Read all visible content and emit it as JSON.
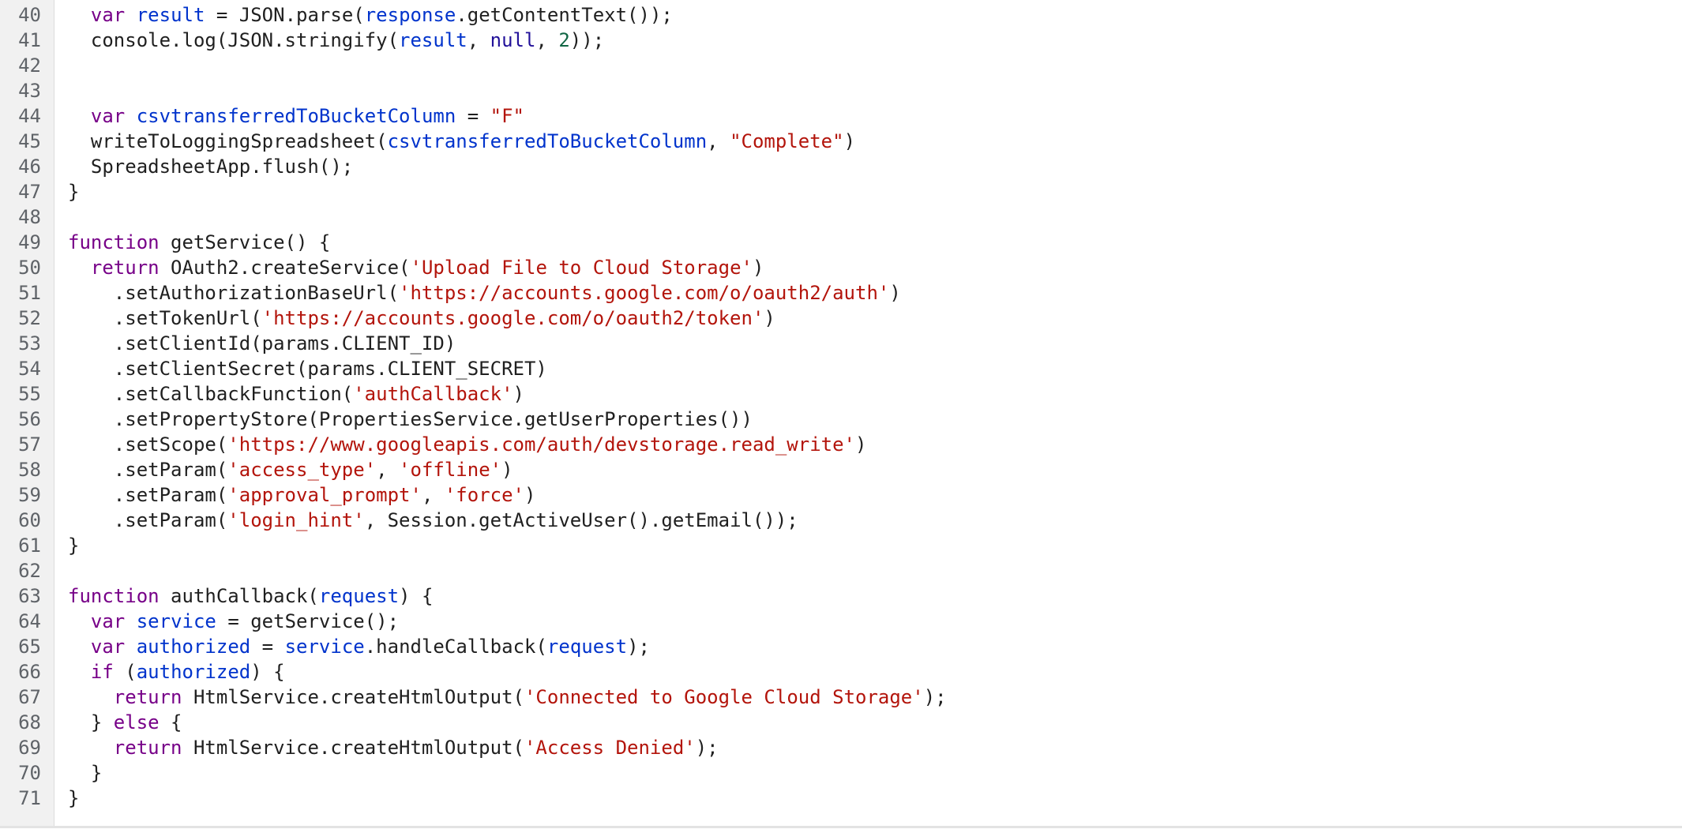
{
  "editor": {
    "colors": {
      "keyword": "#770088",
      "variable": "#0033cc",
      "string": "#b3140b",
      "atom": "#221199",
      "number": "#116644",
      "plain": "#1f1f1f",
      "line_number": "#5f6368",
      "gutter_bg": "#f1f1f1"
    },
    "lines": [
      {
        "num": "40",
        "tokens": [
          {
            "t": "  ",
            "c": "plain"
          },
          {
            "t": "var",
            "c": "keyword"
          },
          {
            "t": " ",
            "c": "plain"
          },
          {
            "t": "result",
            "c": "variable"
          },
          {
            "t": " = JSON.parse(",
            "c": "plain"
          },
          {
            "t": "response",
            "c": "variable"
          },
          {
            "t": ".getContentText());",
            "c": "plain"
          }
        ]
      },
      {
        "num": "41",
        "tokens": [
          {
            "t": "  console.log(JSON.stringify(",
            "c": "plain"
          },
          {
            "t": "result",
            "c": "variable"
          },
          {
            "t": ", ",
            "c": "plain"
          },
          {
            "t": "null",
            "c": "atom"
          },
          {
            "t": ", ",
            "c": "plain"
          },
          {
            "t": "2",
            "c": "number"
          },
          {
            "t": "));",
            "c": "plain"
          }
        ]
      },
      {
        "num": "42",
        "tokens": []
      },
      {
        "num": "43",
        "tokens": []
      },
      {
        "num": "44",
        "tokens": [
          {
            "t": "  ",
            "c": "plain"
          },
          {
            "t": "var",
            "c": "keyword"
          },
          {
            "t": " ",
            "c": "plain"
          },
          {
            "t": "csvtransferredToBucketColumn",
            "c": "variable"
          },
          {
            "t": " = ",
            "c": "plain"
          },
          {
            "t": "\"F\"",
            "c": "string"
          }
        ]
      },
      {
        "num": "45",
        "tokens": [
          {
            "t": "  writeToLoggingSpreadsheet(",
            "c": "plain"
          },
          {
            "t": "csvtransferredToBucketColumn",
            "c": "variable"
          },
          {
            "t": ", ",
            "c": "plain"
          },
          {
            "t": "\"Complete\"",
            "c": "string"
          },
          {
            "t": ")",
            "c": "plain"
          }
        ]
      },
      {
        "num": "46",
        "tokens": [
          {
            "t": "  SpreadsheetApp.flush();",
            "c": "plain"
          }
        ]
      },
      {
        "num": "47",
        "tokens": [
          {
            "t": "}",
            "c": "plain"
          }
        ]
      },
      {
        "num": "48",
        "tokens": []
      },
      {
        "num": "49",
        "tokens": [
          {
            "t": "function",
            "c": "keyword"
          },
          {
            "t": " getService() {",
            "c": "plain"
          }
        ]
      },
      {
        "num": "50",
        "tokens": [
          {
            "t": "  ",
            "c": "plain"
          },
          {
            "t": "return",
            "c": "keyword"
          },
          {
            "t": " OAuth2.createService(",
            "c": "plain"
          },
          {
            "t": "'Upload File to Cloud Storage'",
            "c": "string"
          },
          {
            "t": ")",
            "c": "plain"
          }
        ]
      },
      {
        "num": "51",
        "tokens": [
          {
            "t": "    .setAuthorizationBaseUrl(",
            "c": "plain"
          },
          {
            "t": "'https://accounts.google.com/o/oauth2/auth'",
            "c": "string"
          },
          {
            "t": ")",
            "c": "plain"
          }
        ]
      },
      {
        "num": "52",
        "tokens": [
          {
            "t": "    .setTokenUrl(",
            "c": "plain"
          },
          {
            "t": "'https://accounts.google.com/o/oauth2/token'",
            "c": "string"
          },
          {
            "t": ")",
            "c": "plain"
          }
        ]
      },
      {
        "num": "53",
        "tokens": [
          {
            "t": "    .setClientId(params.CLIENT_ID)",
            "c": "plain"
          }
        ]
      },
      {
        "num": "54",
        "tokens": [
          {
            "t": "    .setClientSecret(params.CLIENT_SECRET)",
            "c": "plain"
          }
        ]
      },
      {
        "num": "55",
        "tokens": [
          {
            "t": "    .setCallbackFunction(",
            "c": "plain"
          },
          {
            "t": "'authCallback'",
            "c": "string"
          },
          {
            "t": ")",
            "c": "plain"
          }
        ]
      },
      {
        "num": "56",
        "tokens": [
          {
            "t": "    .setPropertyStore(PropertiesService.getUserProperties())",
            "c": "plain"
          }
        ]
      },
      {
        "num": "57",
        "tokens": [
          {
            "t": "    .setScope(",
            "c": "plain"
          },
          {
            "t": "'https://www.googleapis.com/auth/devstorage.read_write'",
            "c": "string"
          },
          {
            "t": ")",
            "c": "plain"
          }
        ]
      },
      {
        "num": "58",
        "tokens": [
          {
            "t": "    .setParam(",
            "c": "plain"
          },
          {
            "t": "'access_type'",
            "c": "string"
          },
          {
            "t": ", ",
            "c": "plain"
          },
          {
            "t": "'offline'",
            "c": "string"
          },
          {
            "t": ")",
            "c": "plain"
          }
        ]
      },
      {
        "num": "59",
        "tokens": [
          {
            "t": "    .setParam(",
            "c": "plain"
          },
          {
            "t": "'approval_prompt'",
            "c": "string"
          },
          {
            "t": ", ",
            "c": "plain"
          },
          {
            "t": "'force'",
            "c": "string"
          },
          {
            "t": ")",
            "c": "plain"
          }
        ]
      },
      {
        "num": "60",
        "tokens": [
          {
            "t": "    .setParam(",
            "c": "plain"
          },
          {
            "t": "'login_hint'",
            "c": "string"
          },
          {
            "t": ", Session.getActiveUser().getEmail());",
            "c": "plain"
          }
        ]
      },
      {
        "num": "61",
        "tokens": [
          {
            "t": "}",
            "c": "plain"
          }
        ]
      },
      {
        "num": "62",
        "tokens": []
      },
      {
        "num": "63",
        "tokens": [
          {
            "t": "function",
            "c": "keyword"
          },
          {
            "t": " authCallback(",
            "c": "plain"
          },
          {
            "t": "request",
            "c": "variable"
          },
          {
            "t": ") {",
            "c": "plain"
          }
        ]
      },
      {
        "num": "64",
        "tokens": [
          {
            "t": "  ",
            "c": "plain"
          },
          {
            "t": "var",
            "c": "keyword"
          },
          {
            "t": " ",
            "c": "plain"
          },
          {
            "t": "service",
            "c": "variable"
          },
          {
            "t": " = getService();",
            "c": "plain"
          }
        ]
      },
      {
        "num": "65",
        "tokens": [
          {
            "t": "  ",
            "c": "plain"
          },
          {
            "t": "var",
            "c": "keyword"
          },
          {
            "t": " ",
            "c": "plain"
          },
          {
            "t": "authorized",
            "c": "variable"
          },
          {
            "t": " = ",
            "c": "plain"
          },
          {
            "t": "service",
            "c": "variable"
          },
          {
            "t": ".handleCallback(",
            "c": "plain"
          },
          {
            "t": "request",
            "c": "variable"
          },
          {
            "t": ");",
            "c": "plain"
          }
        ]
      },
      {
        "num": "66",
        "tokens": [
          {
            "t": "  ",
            "c": "plain"
          },
          {
            "t": "if",
            "c": "keyword"
          },
          {
            "t": " (",
            "c": "plain"
          },
          {
            "t": "authorized",
            "c": "variable"
          },
          {
            "t": ") {",
            "c": "plain"
          }
        ]
      },
      {
        "num": "67",
        "tokens": [
          {
            "t": "    ",
            "c": "plain"
          },
          {
            "t": "return",
            "c": "keyword"
          },
          {
            "t": " HtmlService.createHtmlOutput(",
            "c": "plain"
          },
          {
            "t": "'Connected to Google Cloud Storage'",
            "c": "string"
          },
          {
            "t": ");",
            "c": "plain"
          }
        ]
      },
      {
        "num": "68",
        "tokens": [
          {
            "t": "  } ",
            "c": "plain"
          },
          {
            "t": "else",
            "c": "keyword"
          },
          {
            "t": " {",
            "c": "plain"
          }
        ]
      },
      {
        "num": "69",
        "tokens": [
          {
            "t": "    ",
            "c": "plain"
          },
          {
            "t": "return",
            "c": "keyword"
          },
          {
            "t": " HtmlService.createHtmlOutput(",
            "c": "plain"
          },
          {
            "t": "'Access Denied'",
            "c": "string"
          },
          {
            "t": ");",
            "c": "plain"
          }
        ]
      },
      {
        "num": "70",
        "tokens": [
          {
            "t": "  }",
            "c": "plain"
          }
        ]
      },
      {
        "num": "71",
        "tokens": [
          {
            "t": "}",
            "c": "plain"
          }
        ]
      }
    ]
  }
}
